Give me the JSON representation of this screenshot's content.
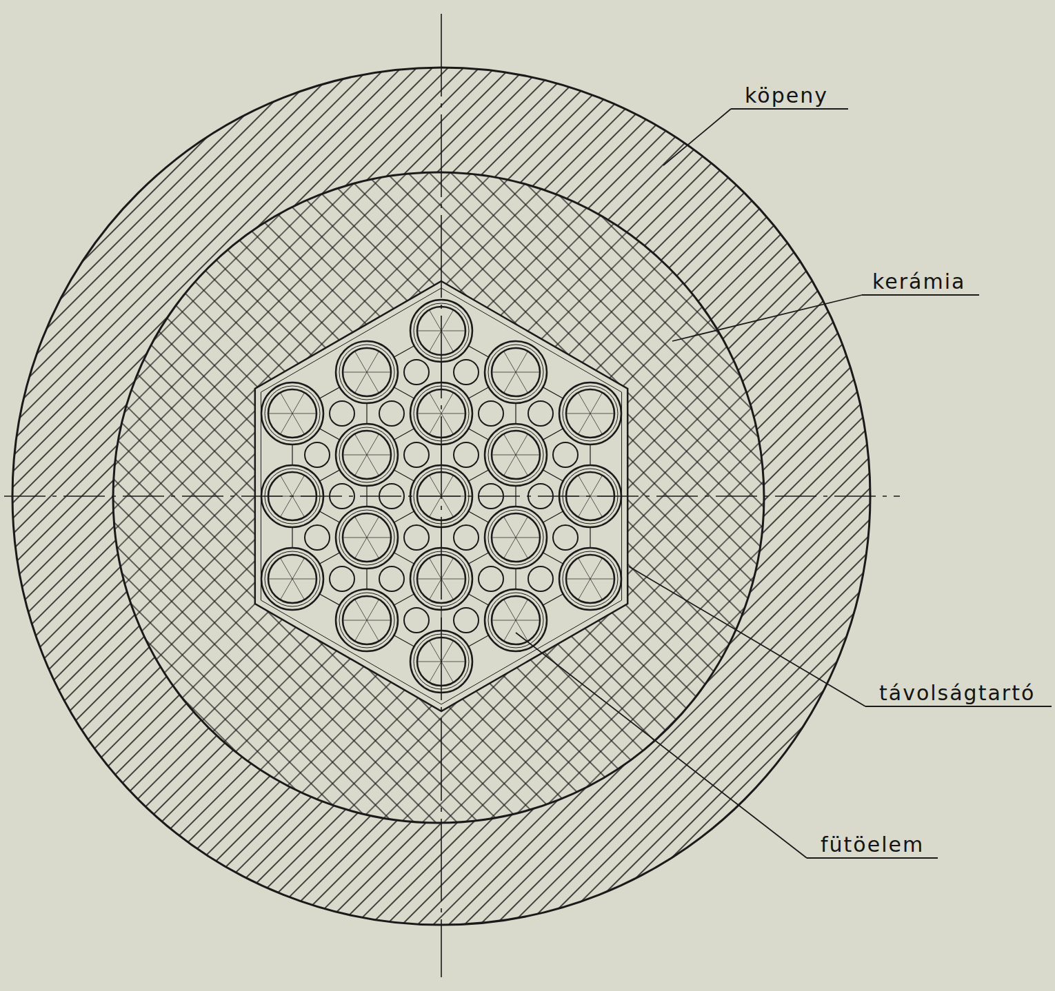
{
  "diagram": {
    "labels": [
      "köpeny",
      "kerámia",
      "távolságtartó",
      "fütöelem"
    ]
  }
}
